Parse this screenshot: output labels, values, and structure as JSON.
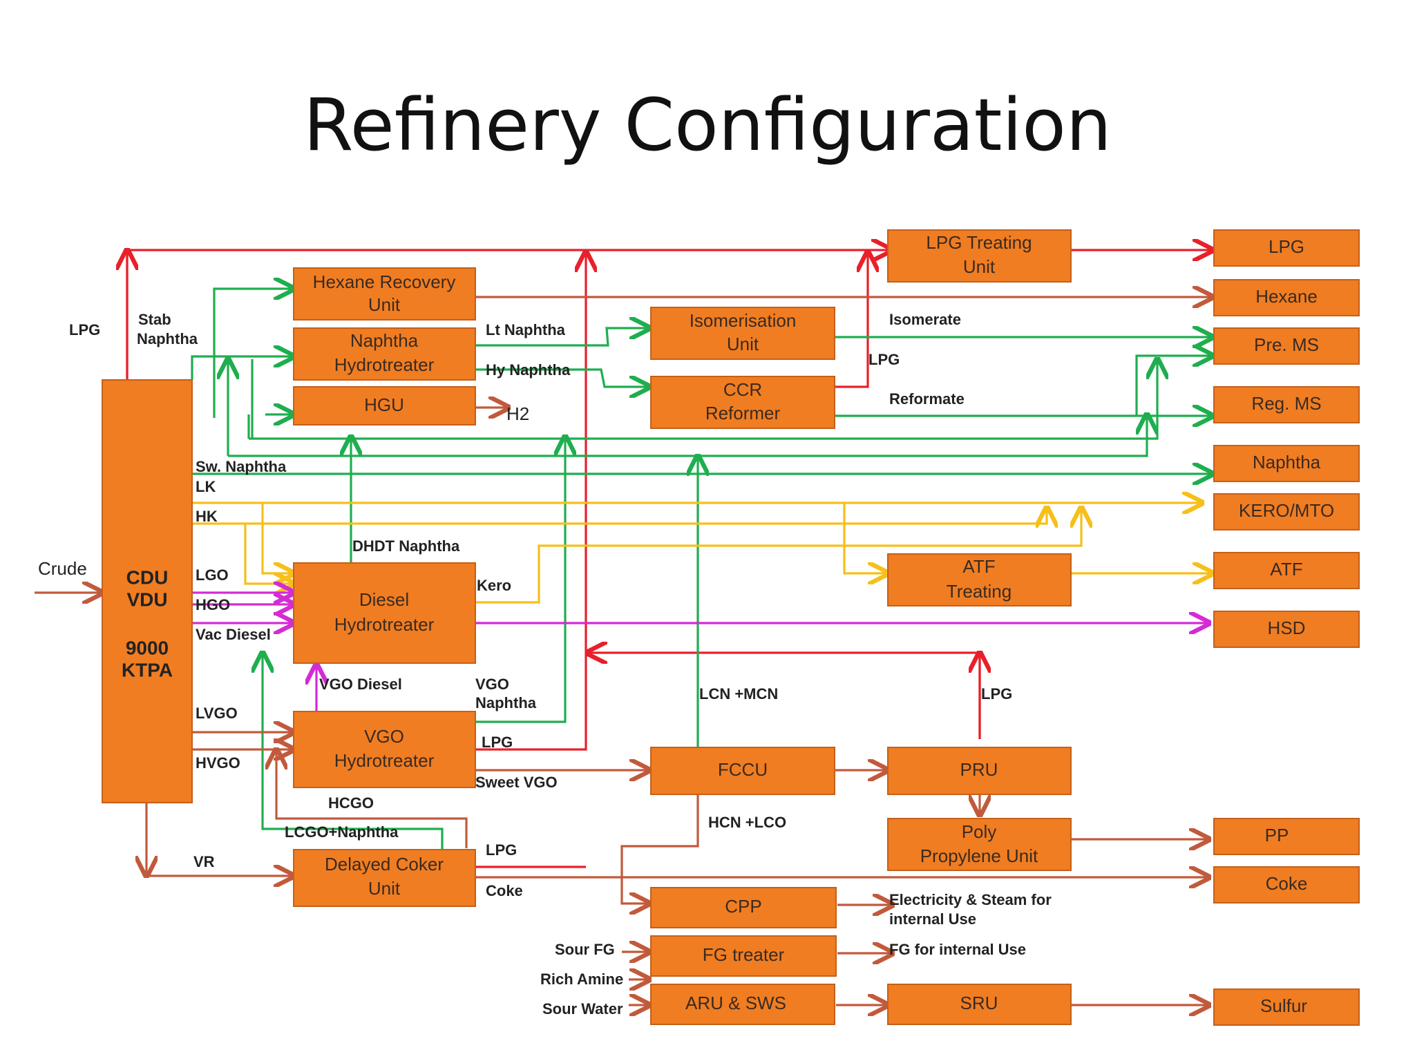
{
  "title": "Refinery Configuration",
  "colors": {
    "box_fill": "#f07d22",
    "box_border": "#c4601a",
    "red": "#e8202a",
    "green": "#1fae4f",
    "yellow": "#f6bf1a",
    "magenta": "#d42bd4",
    "brown": "#c15a3c"
  },
  "units": {
    "cdu": {
      "line1": "CDU",
      "line2": "VDU",
      "line3": "9000",
      "line4": "KTPA"
    },
    "hexane_recovery": {
      "line1": "Hexane Recovery",
      "line2": "Unit"
    },
    "naphtha_hydrotreater": {
      "line1": "Naphtha",
      "line2": "Hydrotreater"
    },
    "hgu": {
      "line1": "HGU"
    },
    "isomerisation": {
      "line1": "Isomerisation",
      "line2": "Unit"
    },
    "ccr_reformer": {
      "line1": "CCR",
      "line2": "Reformer"
    },
    "lpg_treating": {
      "line1": "LPG Treating",
      "line2": "Unit"
    },
    "diesel_hydrotreater": {
      "line1": "Diesel",
      "line2": "Hydrotreater"
    },
    "atf_treating": {
      "line1": "ATF",
      "line2": "Treating"
    },
    "vgo_hydrotreater": {
      "line1": "VGO",
      "line2": "Hydrotreater"
    },
    "fccu": {
      "line1": "FCCU"
    },
    "pru": {
      "line1": "PRU"
    },
    "poly_propylene": {
      "line1": "Poly",
      "line2": "Propylene Unit"
    },
    "delayed_coker": {
      "line1": "Delayed Coker",
      "line2": "Unit"
    },
    "cpp": {
      "line1": "CPP"
    },
    "fg_treater": {
      "line1": "FG treater"
    },
    "aru_sws": {
      "line1": "ARU & SWS"
    },
    "sru": {
      "line1": "SRU"
    }
  },
  "products": {
    "lpg": "LPG",
    "hexane": "Hexane",
    "pre_ms": "Pre. MS",
    "reg_ms": "Reg. MS",
    "naphtha": "Naphtha",
    "kero_mto": "KERO/MTO",
    "atf": "ATF",
    "hsd": "HSD",
    "pp": "PP",
    "coke": "Coke",
    "sulfur": "Sulfur"
  },
  "labels": {
    "crude": "Crude",
    "lpg_left": "LPG",
    "stab": "Stab",
    "stab_naphtha": "Naphtha",
    "lt_naphtha": "Lt Naphtha",
    "hy_naphtha": "Hy Naphtha",
    "h2": "H2",
    "isomerate": "Isomerate",
    "lpg_ccr": "LPG",
    "reformate": "Reformate",
    "sw_naphtha": "Sw. Naphtha",
    "lk": "LK",
    "hk": "HK",
    "dhdt_naphtha": "DHDT Naphtha",
    "lgo": "LGO",
    "hgo": "HGO",
    "vac_diesel": "Vac Diesel",
    "kero": "Kero",
    "vgo_diesel": "VGO Diesel",
    "vgo": "VGO",
    "vgo_naphtha": "Naphtha",
    "lcn_mcn": "LCN +MCN",
    "lpg_pru": "LPG",
    "lvgo": "LVGO",
    "hvgo": "HVGO",
    "lpg_vgo": "LPG",
    "sweet_vgo": "Sweet VGO",
    "hcgo": "HCGO",
    "hcn_lco": "HCN +LCO",
    "lcgo_naphtha": "LCGO+Naphtha",
    "vr": "VR",
    "lpg_coker": "LPG",
    "coke_label": "Coke",
    "elec1": "Electricity & Steam for",
    "elec2": "internal Use",
    "sour_fg": "Sour FG",
    "fg_internal": "FG for internal Use",
    "rich_amine": "Rich Amine",
    "sour_water": "Sour Water"
  }
}
